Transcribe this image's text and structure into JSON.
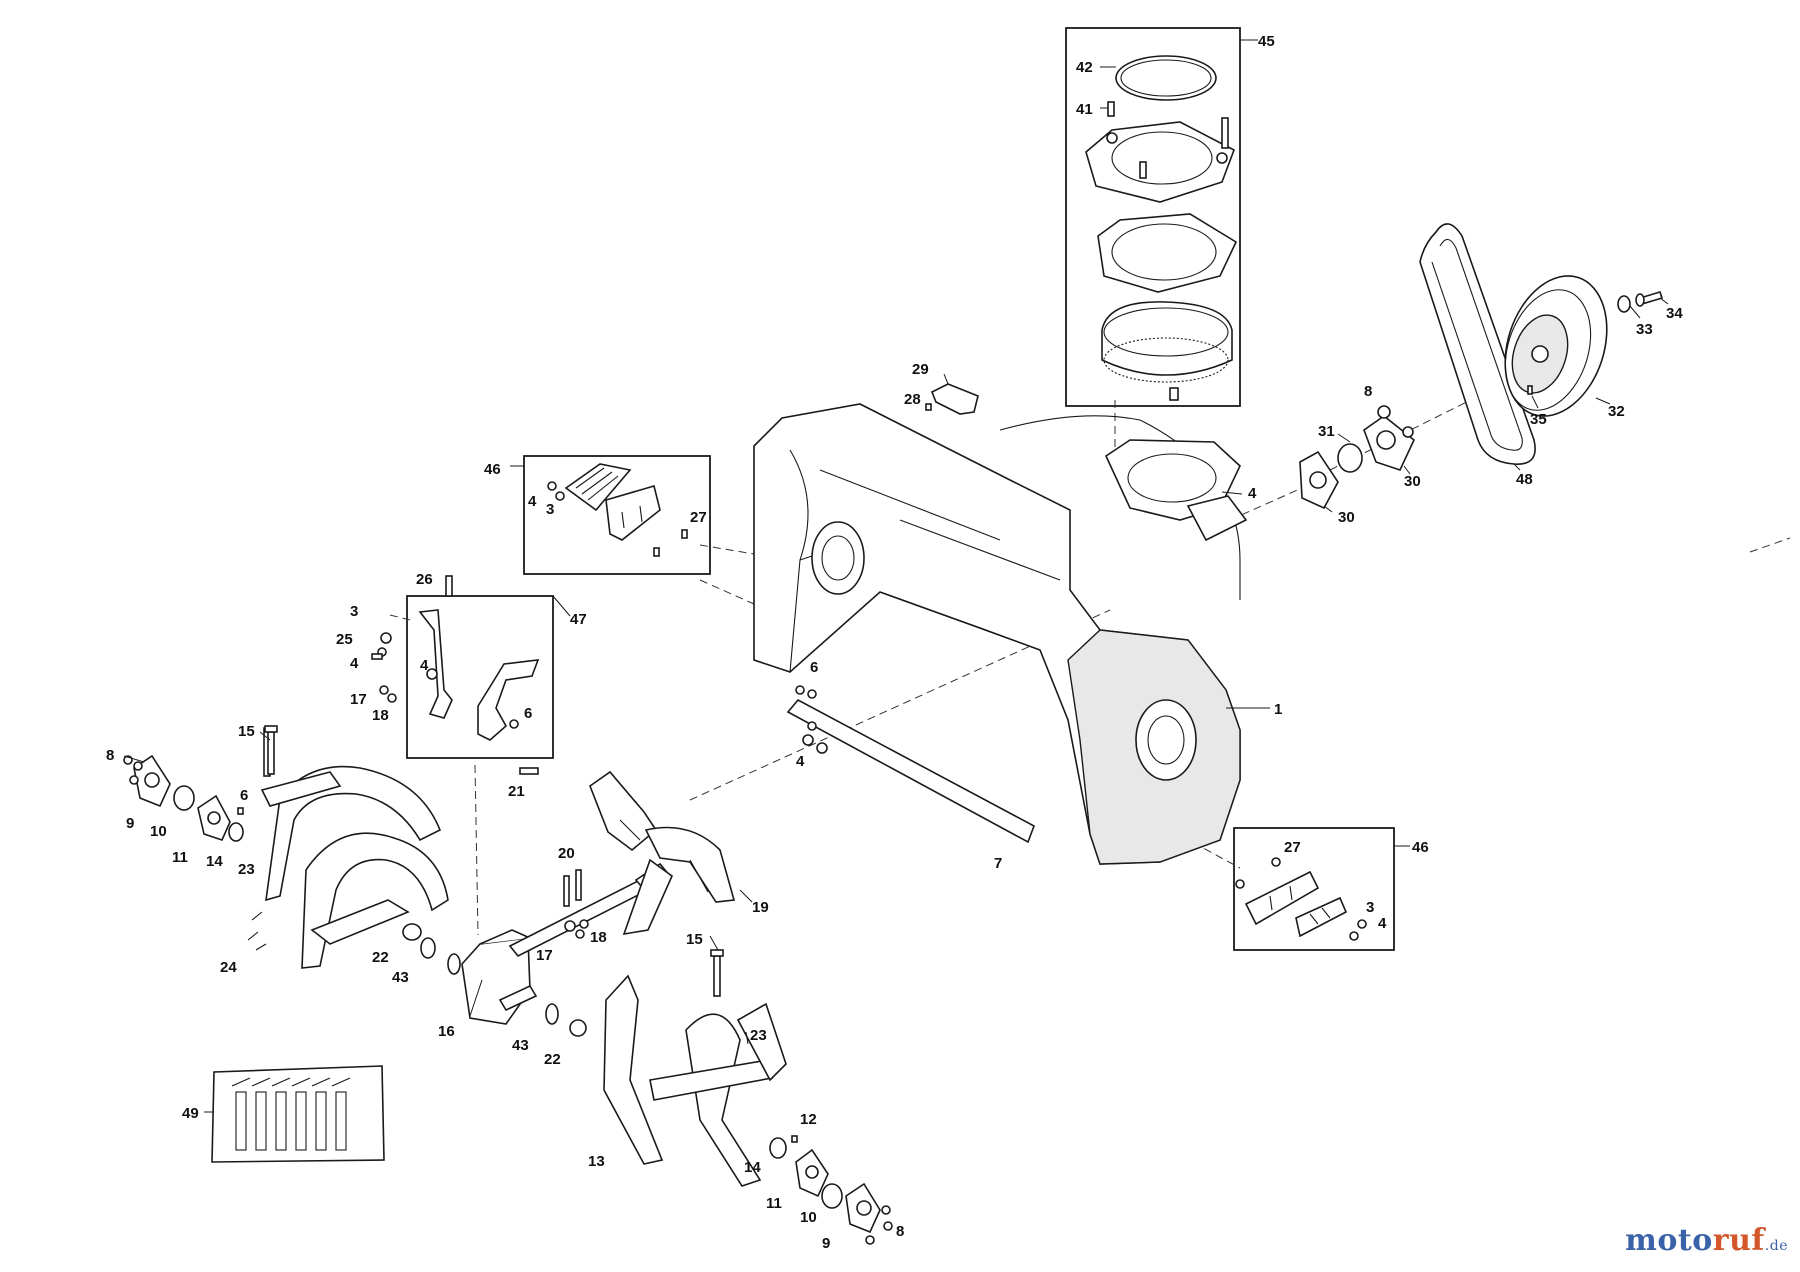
{
  "diagram": {
    "labels": [
      {
        "text": "45"
      },
      {
        "text": "42"
      },
      {
        "text": "41"
      },
      {
        "text": "34"
      },
      {
        "text": "33"
      },
      {
        "text": "32"
      },
      {
        "text": "35"
      },
      {
        "text": "48"
      },
      {
        "text": "8"
      },
      {
        "text": "31"
      },
      {
        "text": "30"
      },
      {
        "text": "30"
      },
      {
        "text": "29"
      },
      {
        "text": "28"
      },
      {
        "text": "4"
      },
      {
        "text": "46"
      },
      {
        "text": "4"
      },
      {
        "text": "3"
      },
      {
        "text": "27"
      },
      {
        "text": "26"
      },
      {
        "text": "47"
      },
      {
        "text": "3"
      },
      {
        "text": "25"
      },
      {
        "text": "4"
      },
      {
        "text": "4"
      },
      {
        "text": "17"
      },
      {
        "text": "18"
      },
      {
        "text": "6"
      },
      {
        "text": "21"
      },
      {
        "text": "6"
      },
      {
        "text": "4"
      },
      {
        "text": "1"
      },
      {
        "text": "7"
      },
      {
        "text": "46"
      },
      {
        "text": "27"
      },
      {
        "text": "3"
      },
      {
        "text": "4"
      },
      {
        "text": "15"
      },
      {
        "text": "8"
      },
      {
        "text": "9"
      },
      {
        "text": "10"
      },
      {
        "text": "11"
      },
      {
        "text": "14"
      },
      {
        "text": "6"
      },
      {
        "text": "23"
      },
      {
        "text": "24"
      },
      {
        "text": "20"
      },
      {
        "text": "19"
      },
      {
        "text": "18"
      },
      {
        "text": "17"
      },
      {
        "text": "22"
      },
      {
        "text": "43"
      },
      {
        "text": "16"
      },
      {
        "text": "15"
      },
      {
        "text": "23"
      },
      {
        "text": "43"
      },
      {
        "text": "22"
      },
      {
        "text": "49"
      },
      {
        "text": "13"
      },
      {
        "text": "12"
      },
      {
        "text": "14"
      },
      {
        "text": "11"
      },
      {
        "text": "10"
      },
      {
        "text": "9"
      },
      {
        "text": "8"
      }
    ]
  },
  "watermark": {
    "part1": "moto",
    "part2": "ruf",
    "part3": ".de"
  }
}
